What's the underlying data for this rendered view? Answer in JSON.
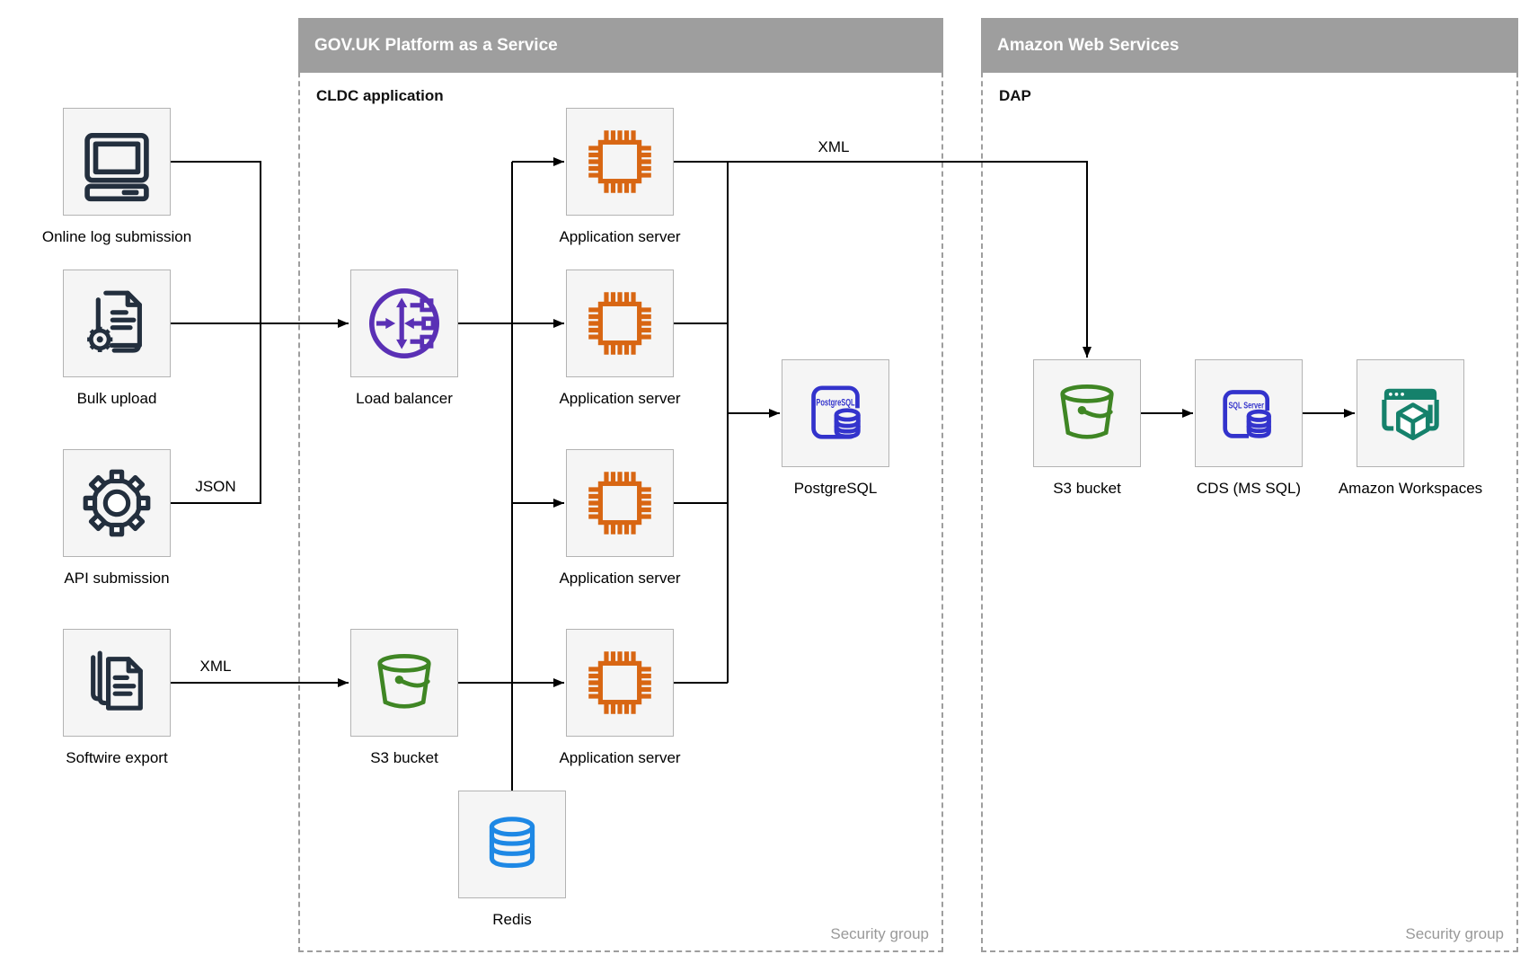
{
  "containers": {
    "paas": {
      "title": "GOV.UK Platform as a Service",
      "sublabel": "CLDC application",
      "footer": "Security group"
    },
    "aws": {
      "title": "Amazon Web Services",
      "sublabel": "DAP",
      "footer": "Security group"
    }
  },
  "nodes": {
    "online_log": {
      "label": "Online log submission",
      "icon": "computer-icon"
    },
    "bulk_upload": {
      "label": "Bulk upload",
      "icon": "document-gear-icon"
    },
    "api_submission": {
      "label": "API submission",
      "icon": "gear-icon"
    },
    "softwire_export": {
      "label": "Softwire export",
      "icon": "documents-icon"
    },
    "load_balancer": {
      "label": "Load balancer",
      "icon": "load-balancer-icon"
    },
    "app_server_1": {
      "label": "Application server",
      "icon": "chip-icon"
    },
    "app_server_2": {
      "label": "Application server",
      "icon": "chip-icon"
    },
    "app_server_3": {
      "label": "Application server",
      "icon": "chip-icon"
    },
    "app_server_4": {
      "label": "Application server",
      "icon": "chip-icon"
    },
    "postgresql": {
      "label": "PostgreSQL",
      "icon": "postgresql-icon",
      "icon_text": "PostgreSQL"
    },
    "s3_paas": {
      "label": "S3 bucket",
      "icon": "bucket-icon"
    },
    "redis": {
      "label": "Redis",
      "icon": "database-icon"
    },
    "s3_aws": {
      "label": "S3 bucket",
      "icon": "bucket-icon"
    },
    "cds": {
      "label": "CDS (MS SQL)",
      "icon": "sql-server-icon",
      "icon_text": "SQL Server"
    },
    "workspaces": {
      "label": "Amazon Workspaces",
      "icon": "workspaces-icon"
    }
  },
  "edge_labels": {
    "json": "JSON",
    "xml_softwire": "XML",
    "xml_top": "XML"
  },
  "colors": {
    "header_bg": "#9e9e9e",
    "node_bg": "#f5f5f5",
    "node_border": "#b3b3b3",
    "navy": "#232f3e",
    "orange": "#d86613",
    "purple": "#5a30b5",
    "green": "#3f8624",
    "indigo": "#3333cc",
    "blue": "#1e88e5",
    "teal": "#15816b",
    "line": "#000000",
    "muted_text": "#999999"
  }
}
